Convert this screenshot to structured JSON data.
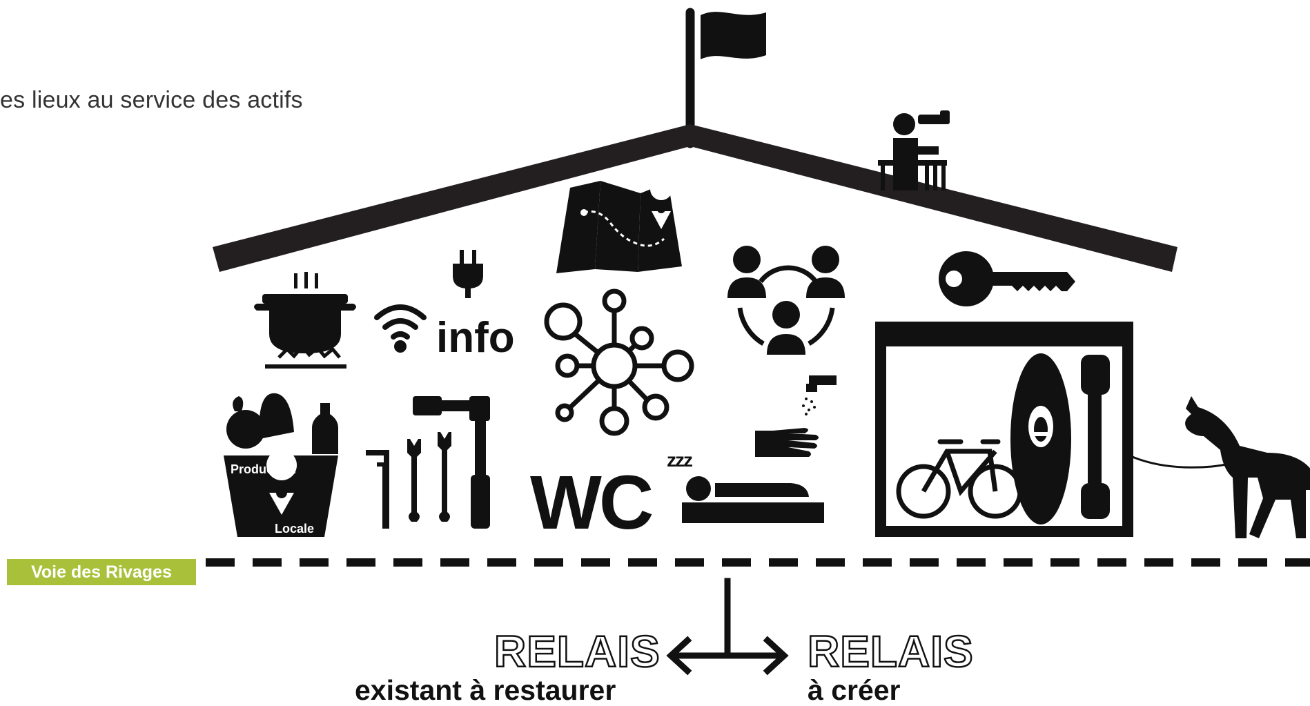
{
  "caption": "es lieux au service des actifs",
  "route_label": "Voie des Rivages",
  "icons": {
    "info_label": "info",
    "wc_label": "WC",
    "sleep_label": "zzz",
    "basket_top_label": "Production",
    "basket_bottom_label": "Locale"
  },
  "relais_left": {
    "word": "RELAIS",
    "subtitle": "existant à restaurer"
  },
  "relais_right": {
    "word": "RELAIS",
    "subtitle": "à créer"
  },
  "colors": {
    "accent_green": "#a9c13a",
    "ink": "#111111",
    "roof": "#231f20"
  }
}
